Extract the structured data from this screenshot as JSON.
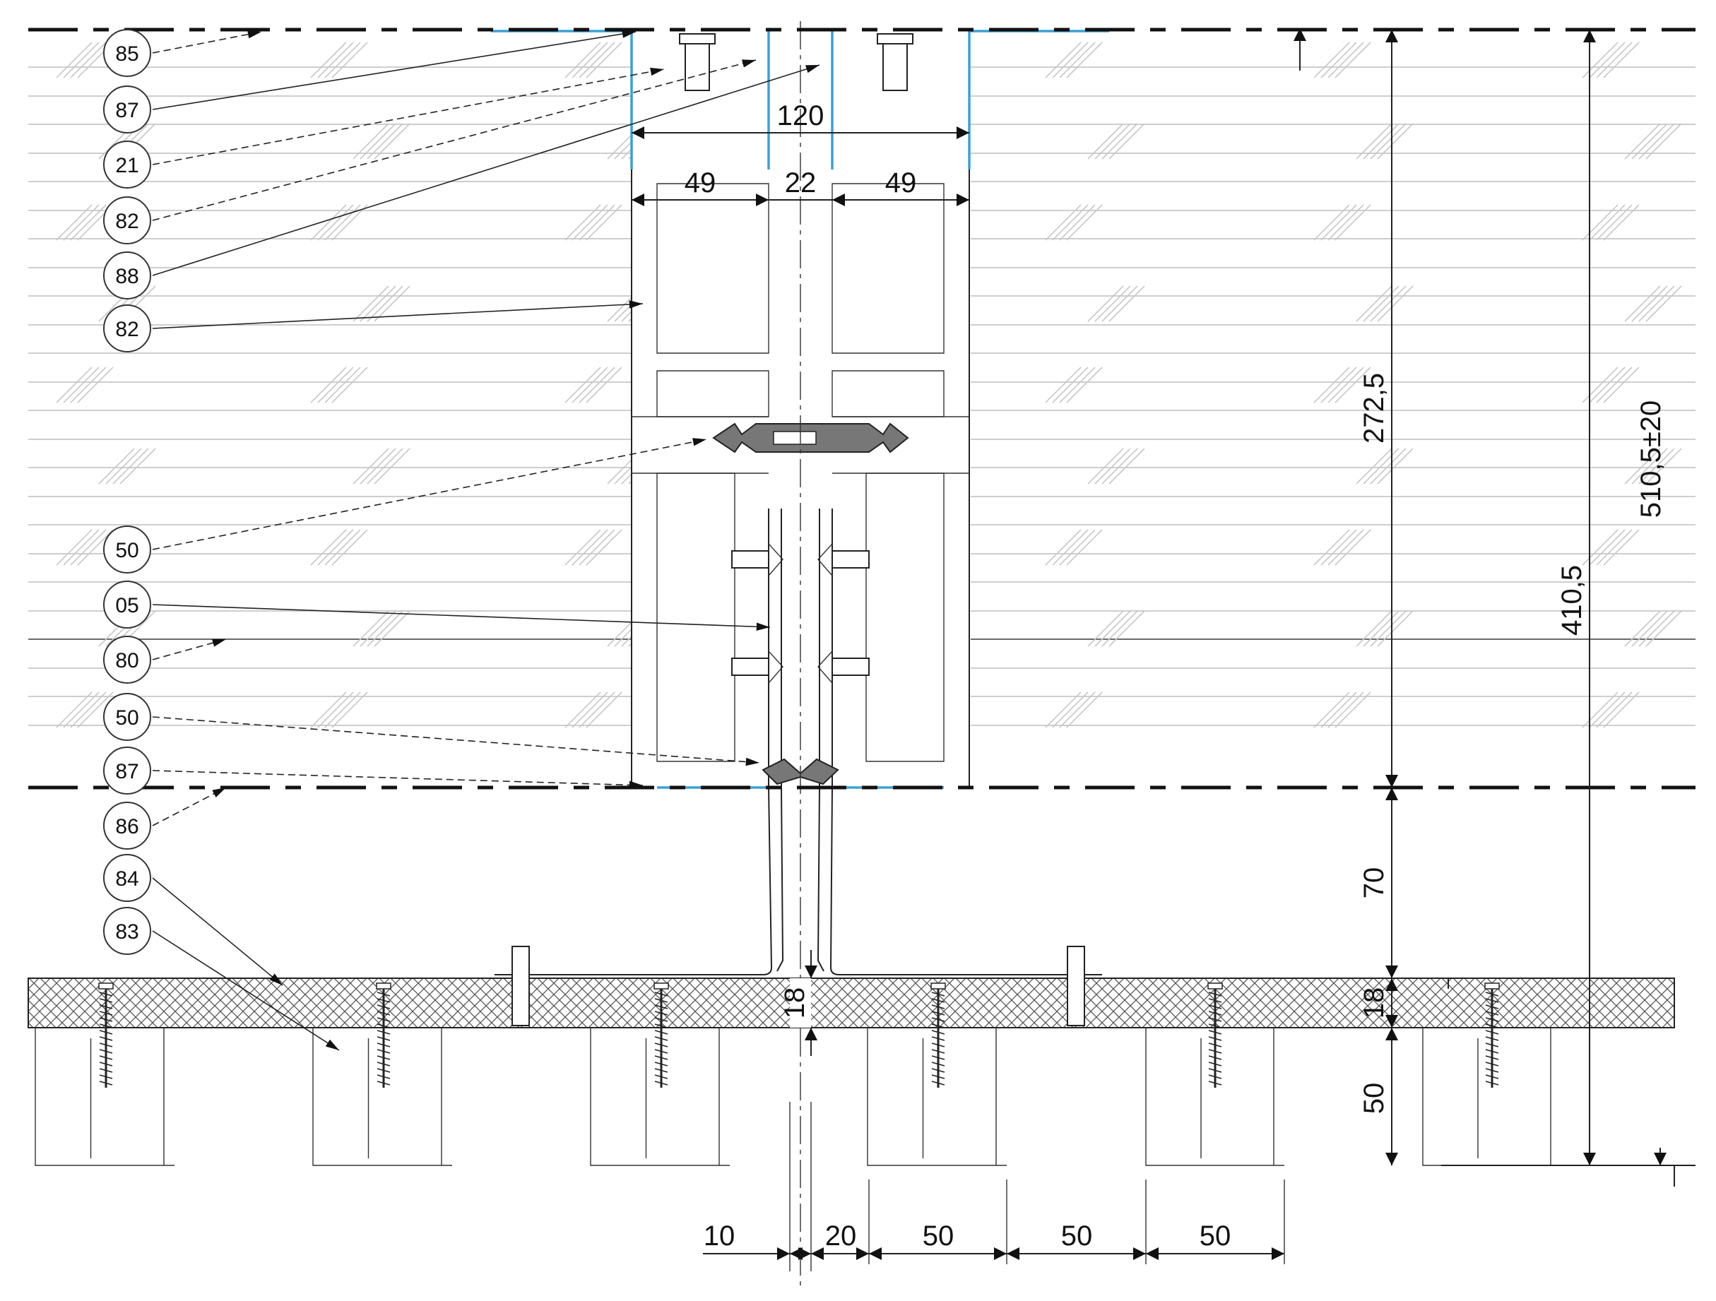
{
  "colors": {
    "background": "#ffffff",
    "line": "#222222",
    "glass": "#bdbdbd",
    "seal_blue": "#3aa0d8"
  },
  "callouts": [
    {
      "label": "85"
    },
    {
      "label": "87"
    },
    {
      "label": "21"
    },
    {
      "label": "82"
    },
    {
      "label": "88"
    },
    {
      "label": "82"
    },
    {
      "label": "50"
    },
    {
      "label": "05"
    },
    {
      "label": "80"
    },
    {
      "label": "50"
    },
    {
      "label": "87"
    },
    {
      "label": "86"
    },
    {
      "label": "84"
    },
    {
      "label": "83"
    }
  ],
  "dimensions": {
    "mullion_width": "120",
    "left_chamber": "49",
    "gap": "22",
    "right_chamber": "49",
    "glass_to_bracket": "272,5",
    "total_height": "510,5±20",
    "height_to_joist": "410,5",
    "bracket_height": "70",
    "board_left": "18",
    "board_right": "18",
    "joist": "50",
    "bottom": [
      "10",
      "20",
      "50",
      "50",
      "50"
    ]
  }
}
